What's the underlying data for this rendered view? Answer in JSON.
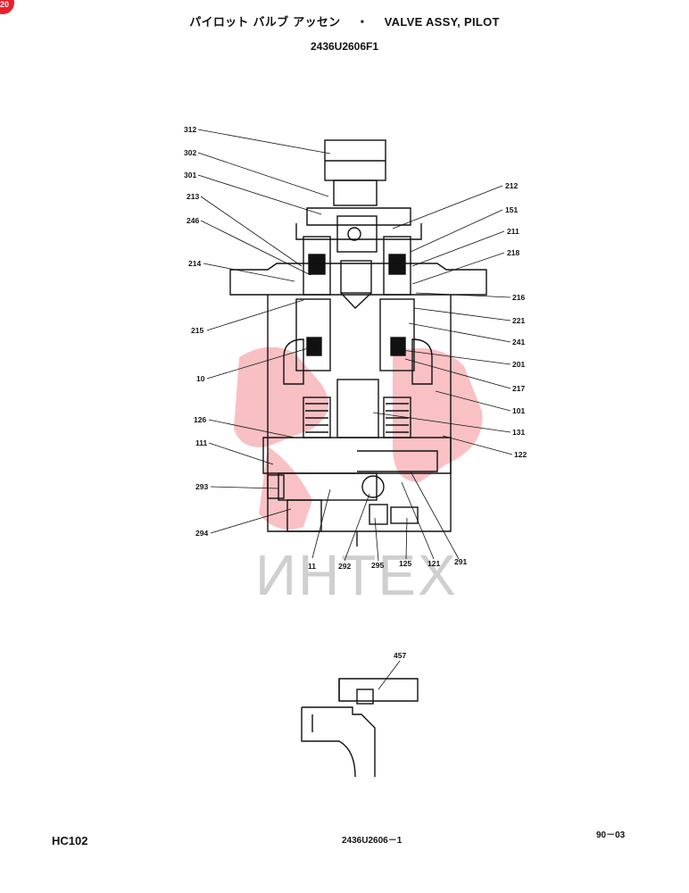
{
  "header": {
    "title_jp": "パイロット バルブ アッセン",
    "separator": "・",
    "title_en": "VALVE ASSY, PILOT",
    "drawing_number": "2436U2606F1"
  },
  "corner_badge": "20",
  "watermark": "ИНТЕХ",
  "footer": {
    "model": "HC102",
    "page_code": "2436U2606－1",
    "sheet": "90－03"
  },
  "callouts": {
    "c312": "312",
    "c302": "302",
    "c301": "301",
    "c213": "213",
    "c246": "246",
    "c214": "214",
    "c215": "215",
    "c10": "10",
    "c126": "126",
    "c111": "111",
    "c293": "293",
    "c294": "294",
    "c11": "11",
    "c292": "292",
    "c295": "295",
    "c125": "125",
    "c121": "121",
    "c291": "291",
    "c212": "212",
    "c151": "151",
    "c211": "211",
    "c218": "218",
    "c216": "216",
    "c221": "221",
    "c241": "241",
    "c201": "201",
    "c217": "217",
    "c101": "101",
    "c131": "131",
    "c122": "122",
    "c457": "457"
  }
}
